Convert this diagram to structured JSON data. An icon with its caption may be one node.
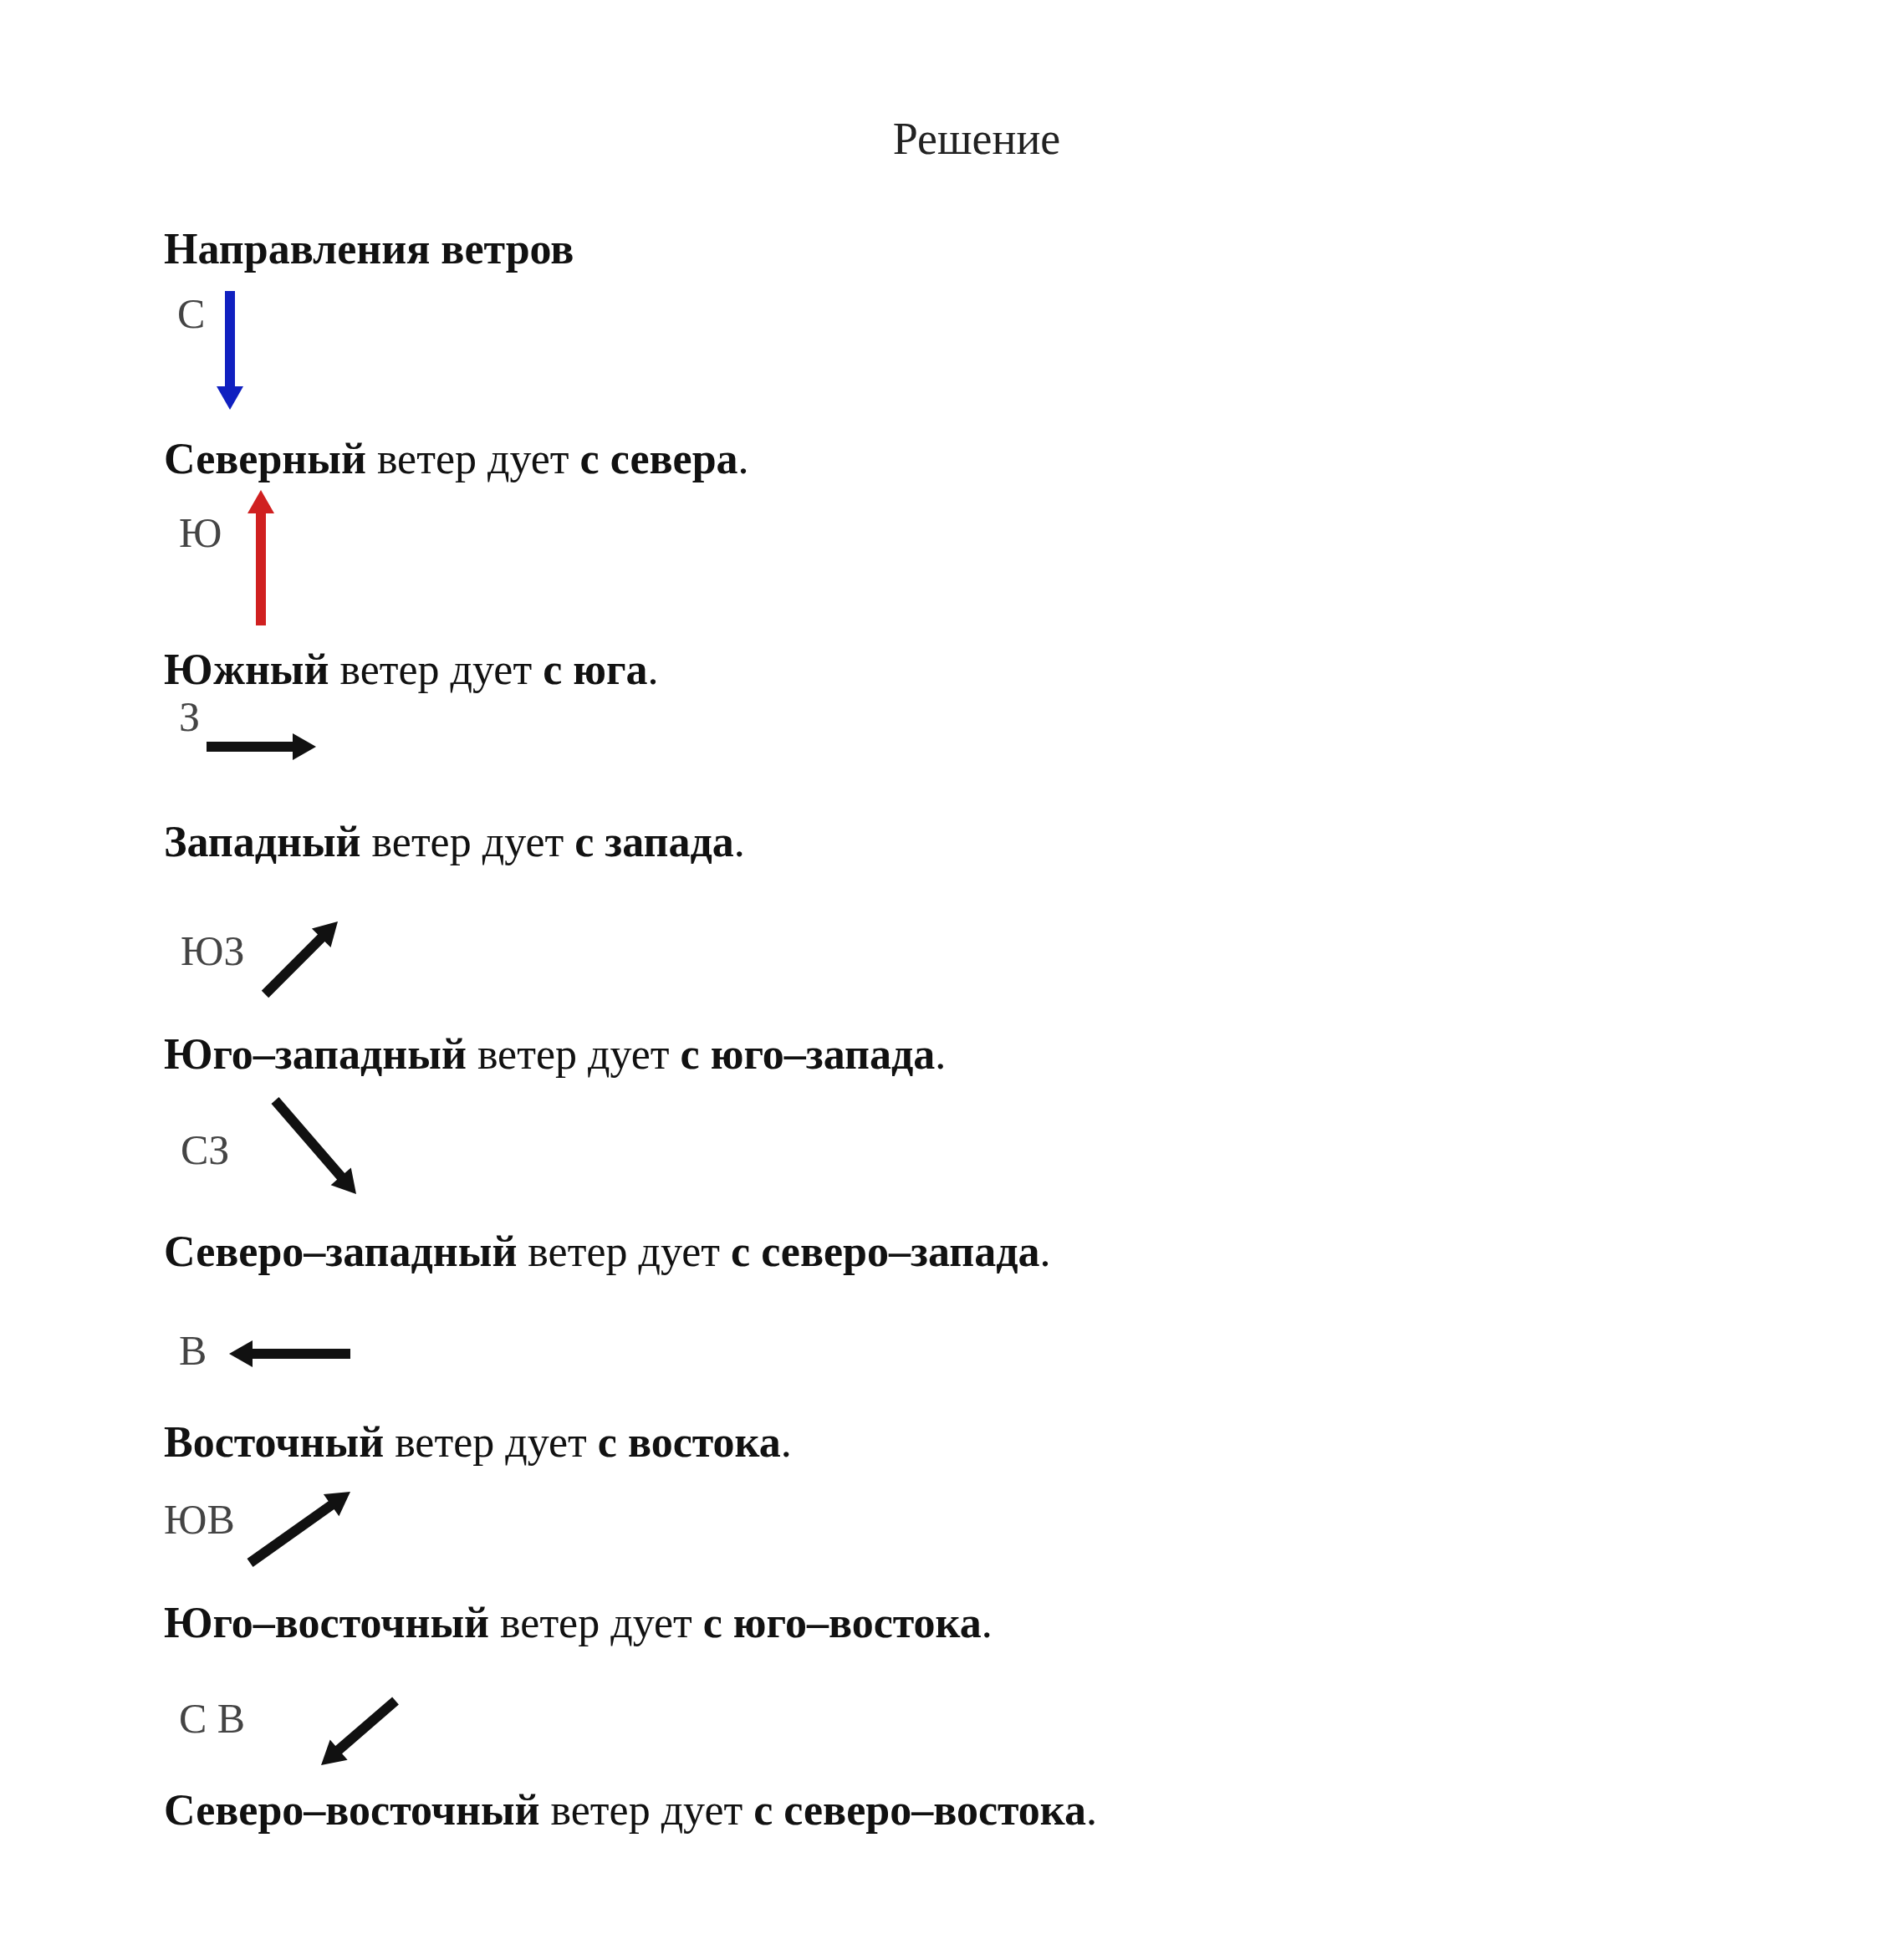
{
  "diagram": {
    "title": "Решение",
    "labels": [
      "Направления ветров",
      "С",
      "**Северный** ветер дует **с севера**.",
      "Ю",
      "**Южный** ветер дует **с юга**.",
      "З",
      "**Западный** ветер дует **с запада**.",
      "ЮЗ",
      "**Юго–западный** ветер дует **с юго–запада**.",
      "СЗ",
      "**Северо–западный** ветер дует **с северо–запада**.",
      "В",
      "**Восточный** ветер дует **с востока**.",
      "ЮВ",
      "**Юго–восточный** ветер дует **с юго–востока**.",
      "С В",
      "**Северо–восточный** ветер дует **с северо–востока**."
    ]
  }
}
